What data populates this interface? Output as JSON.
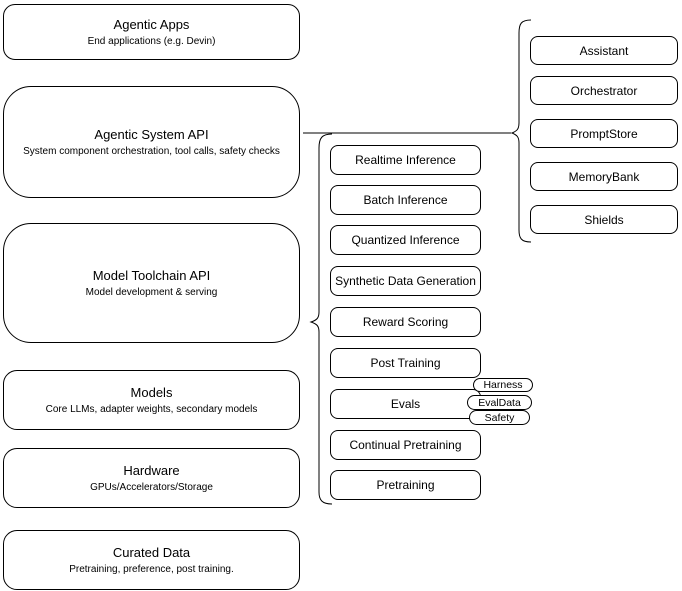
{
  "diagram": {
    "left_column": [
      {
        "title": "Agentic Apps",
        "subtitle": "End applications (e.g. Devin)"
      },
      {
        "title": "Agentic System API",
        "subtitle": "System component orchestration, tool calls, safety checks"
      },
      {
        "title": "Model Toolchain API",
        "subtitle": "Model development & serving"
      },
      {
        "title": "Models",
        "subtitle": "Core LLMs, adapter weights, secondary models"
      },
      {
        "title": "Hardware",
        "subtitle": "GPUs/Accelerators/Storage"
      },
      {
        "title": "Curated Data",
        "subtitle": "Pretraining, preference, post training."
      }
    ],
    "toolchain_items": [
      "Realtime Inference",
      "Batch Inference",
      "Quantized Inference",
      "Synthetic Data Generation",
      "Reward Scoring",
      "Post Training",
      "Evals",
      "Continual Pretraining",
      "Pretraining"
    ],
    "evals_tags": [
      "Harness",
      "EvalData",
      "Safety"
    ],
    "system_components": [
      "Assistant",
      "Orchestrator",
      "PromptStore",
      "MemoryBank",
      "Shields"
    ]
  },
  "colors": {
    "stroke": "#000000",
    "background": "#ffffff",
    "text": "#000000"
  }
}
